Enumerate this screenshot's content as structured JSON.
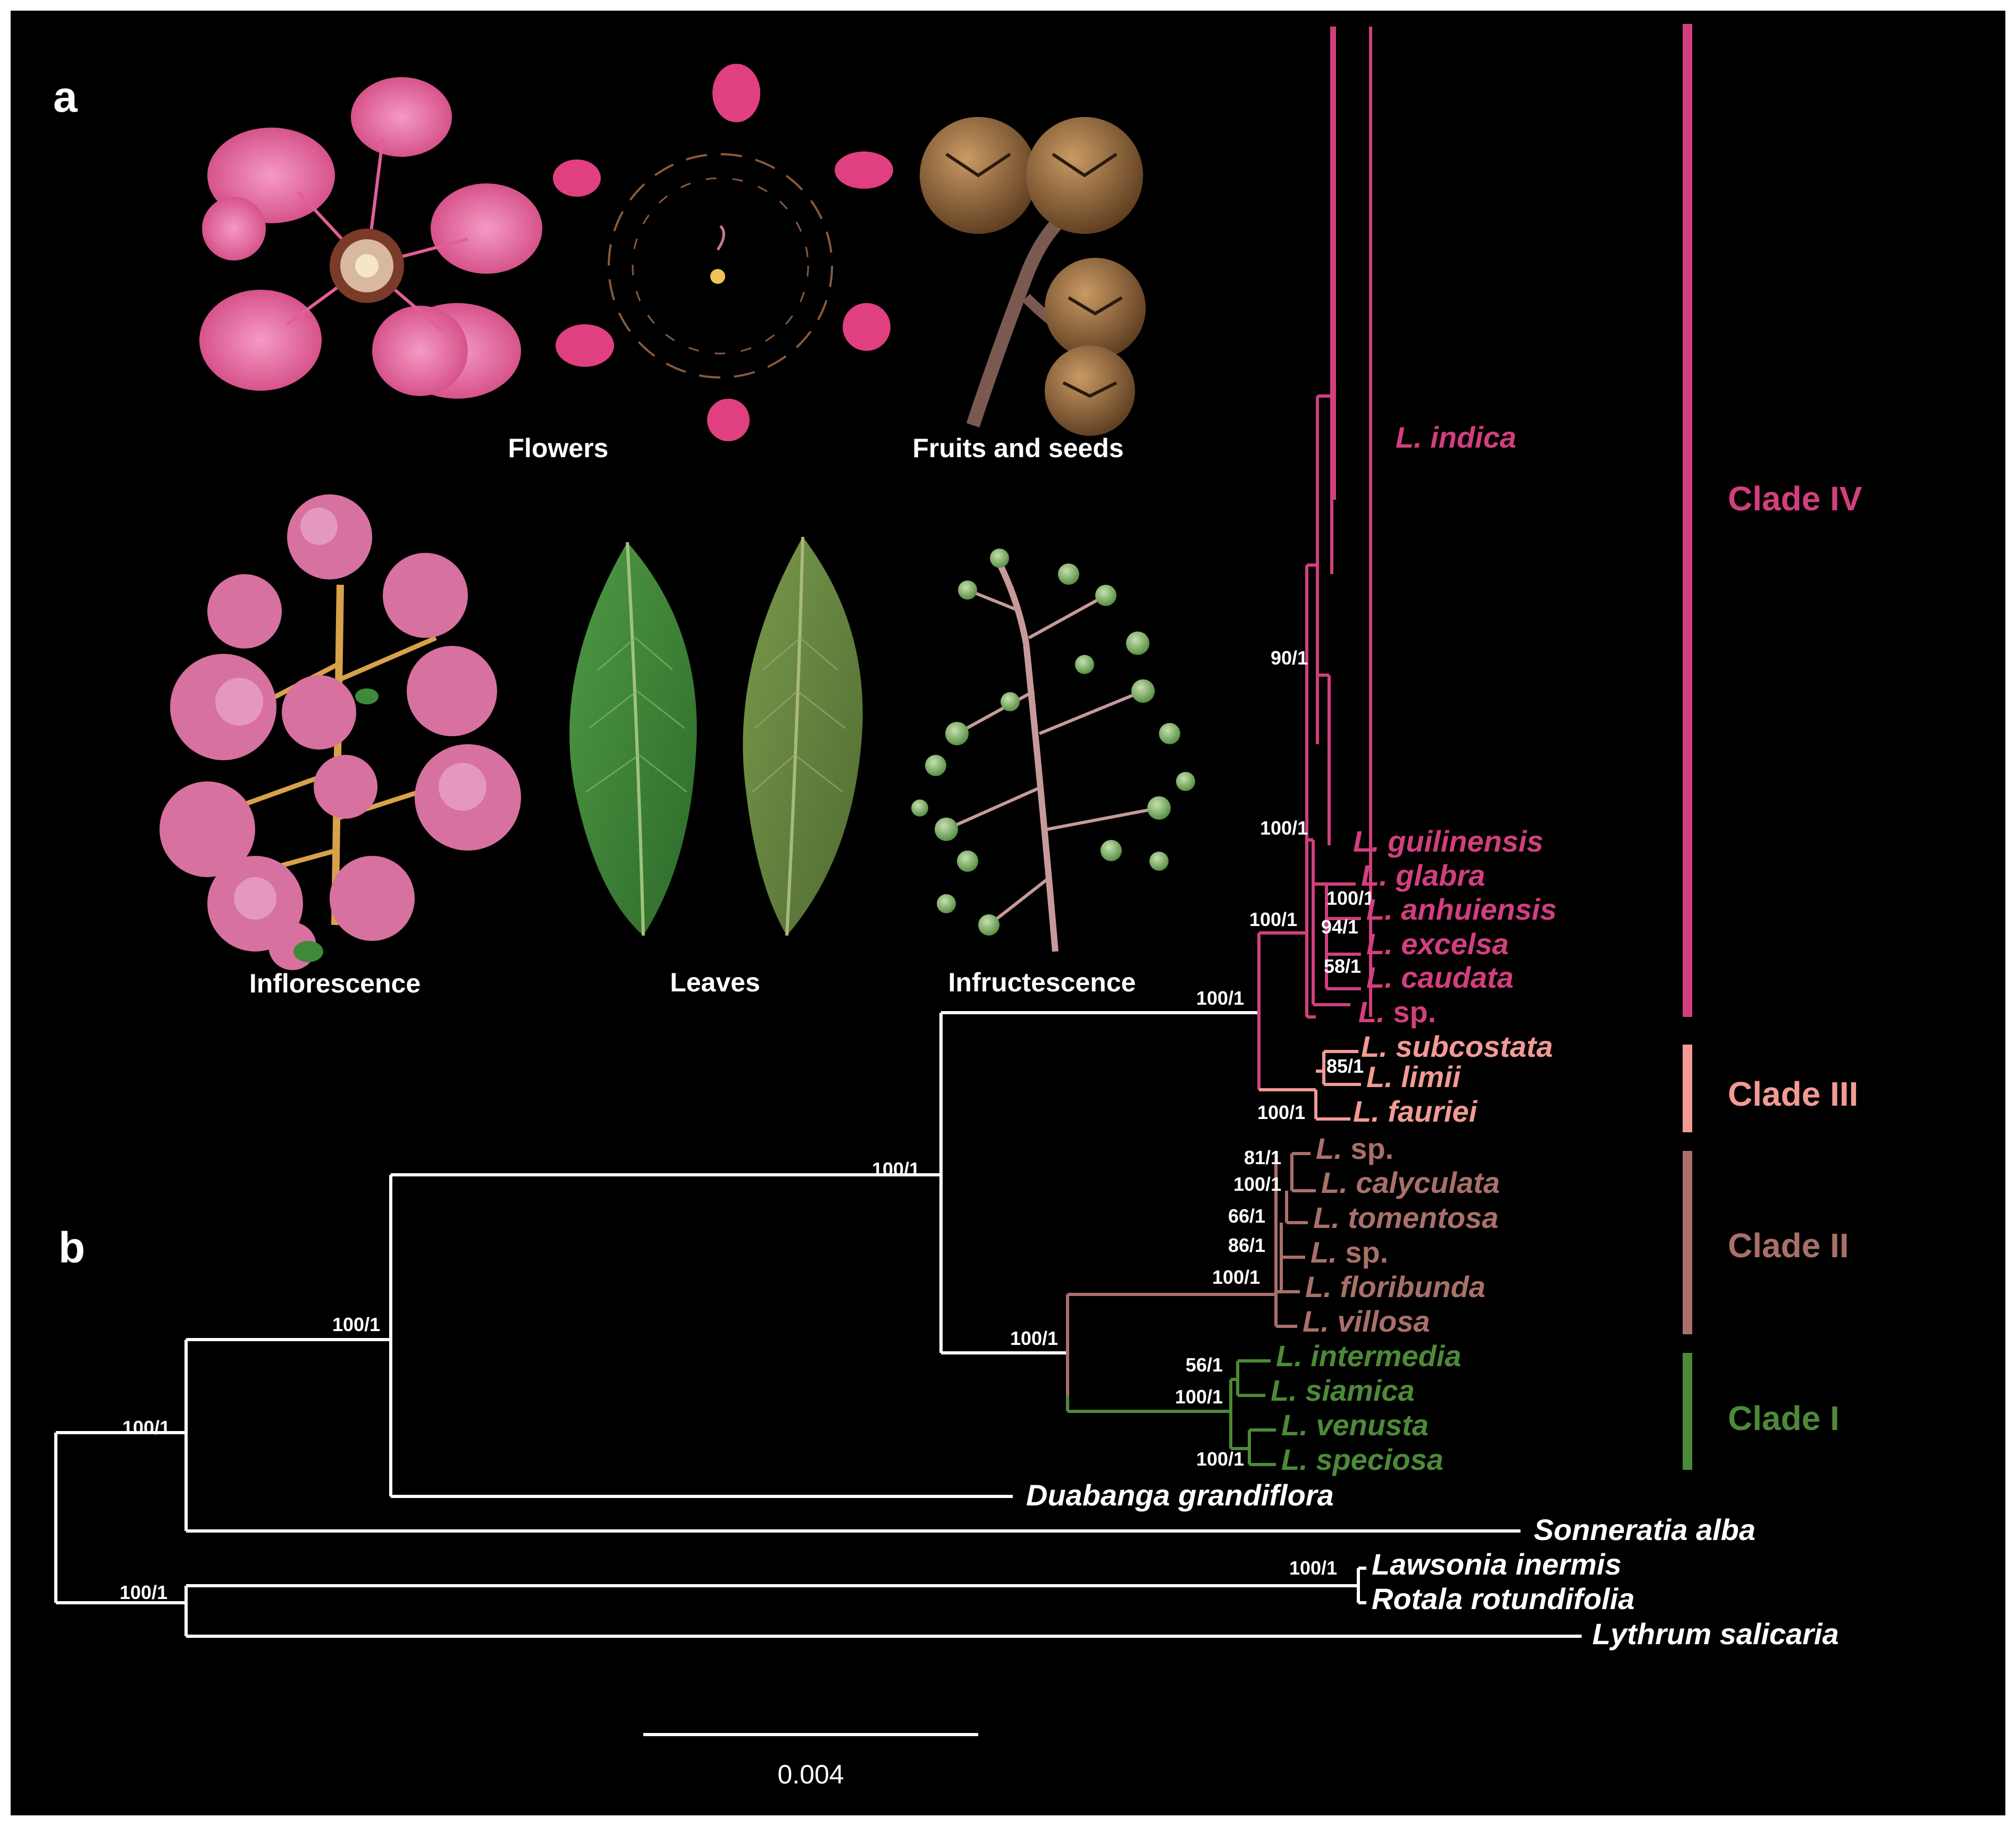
{
  "panels": {
    "a": "a",
    "b": "b"
  },
  "photo_captions": {
    "flowers": "Flowers",
    "fruits": "Fruits and seeds",
    "inflorescence": "Inflorescence",
    "leaves": "Leaves",
    "infructescence": "Infructescence"
  },
  "colors": {
    "background": "#000000",
    "outgroup": "#ffffff",
    "clade_iv": "#d23f7e",
    "clade_iii": "#f29a95",
    "clade_ii": "#a9706a",
    "clade_i": "#4d8a38"
  },
  "taxa": {
    "l_indica": {
      "genus": "L.",
      "epithet": "indica"
    },
    "l_guilinensis": {
      "genus": "L.",
      "epithet": "guilinensis"
    },
    "l_glabra": {
      "genus": "L.",
      "epithet": "glabra"
    },
    "l_anhuiensis": {
      "genus": "L.",
      "epithet": "anhuiensis"
    },
    "l_excelsa": {
      "genus": "L.",
      "epithet": "excelsa"
    },
    "l_caudata": {
      "genus": "L.",
      "epithet": "caudata"
    },
    "l_sp_iv": {
      "genus": "L.",
      "epithet": "sp."
    },
    "l_subcostata": {
      "genus": "L.",
      "epithet": "subcostata"
    },
    "l_limii": {
      "genus": "L.",
      "epithet": "limii"
    },
    "l_fauriei": {
      "genus": "L.",
      "epithet": "fauriei"
    },
    "l_sp_ii_a": {
      "genus": "L.",
      "epithet": "sp."
    },
    "l_calyculata": {
      "genus": "L.",
      "epithet": "calyculata"
    },
    "l_tomentosa": {
      "genus": "L.",
      "epithet": "tomentosa"
    },
    "l_sp_ii_b": {
      "genus": "L.",
      "epithet": "sp."
    },
    "l_floribunda": {
      "genus": "L.",
      "epithet": "floribunda"
    },
    "l_villosa": {
      "genus": "L.",
      "epithet": "villosa"
    },
    "l_intermedia": {
      "genus": "L.",
      "epithet": "intermedia"
    },
    "l_siamica": {
      "genus": "L.",
      "epithet": "siamica"
    },
    "l_venusta": {
      "genus": "L.",
      "epithet": "venusta"
    },
    "l_speciosa": {
      "genus": "L.",
      "epithet": "speciosa"
    },
    "duabanga": {
      "genus": "Duabanga",
      "epithet": "grandiflora"
    },
    "sonneratia": {
      "genus": "Sonneratia",
      "epithet": "alba"
    },
    "lawsonia": {
      "genus": "Lawsonia",
      "epithet": "inermis"
    },
    "rotala": {
      "genus": "Rotala",
      "epithet": "rotundifolia"
    },
    "lythrum": {
      "genus": "Lythrum",
      "epithet": "salicaria"
    }
  },
  "support": {
    "root": "100/1",
    "myrtales_outgroup": "100/1",
    "duabanga_node": "100/1",
    "lagerstroemia": "100/1",
    "clade_iii_iv": "100/1",
    "clade_i_ii": "100/1",
    "clade_iv": "100/1",
    "indica_inner": "90/1",
    "indica_root": "100/1",
    "anhuiensis": "100/1",
    "excelsa": "94/1",
    "caudata": "58/1",
    "limii": "85/1",
    "clade_iii": "100/1",
    "clade_ii_sp": "81/1",
    "clade_ii_calyculata": "100/1",
    "clade_ii_tomentosa": "66/1",
    "clade_ii_sp2": "86/1",
    "clade_ii": "100/1",
    "clade_i_intermedia": "56/1",
    "clade_i_siamica": "100/1",
    "clade_i_speciosa": "100/1",
    "lawsonia_rotala": "100/1"
  },
  "clades": {
    "iv": "Clade IV",
    "iii": "Clade III",
    "ii": "Clade II",
    "i": "Clade I"
  },
  "scale_bar": {
    "label": "0.004",
    "value": 0.004
  }
}
